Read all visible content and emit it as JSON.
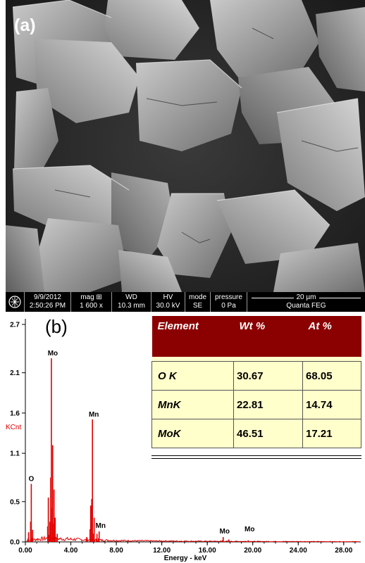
{
  "panel_a": {
    "label": "(a)",
    "databar": {
      "date": "9/9/2012",
      "time": "2:50:26 PM",
      "mag_label": "mag ⊞",
      "mag_value": "1 600 x",
      "wd_label": "WD",
      "wd_value": "10.3 mm",
      "hv_label": "HV",
      "hv_value": "30.0 kV",
      "mode_label": "mode",
      "mode_value": "SE",
      "pressure_label": "pressure",
      "pressure_value": "0 Pa",
      "scale_label": "20 µm",
      "instrument": "Quanta FEG"
    }
  },
  "panel_b": {
    "label": "(b)",
    "table": {
      "headers": [
        "Element",
        "Wt %",
        "At %"
      ],
      "rows": [
        [
          "O K",
          "30.67",
          "68.05"
        ],
        [
          "MnK",
          "22.81",
          "14.74"
        ],
        [
          "MoK",
          "46.51",
          "17.21"
        ]
      ]
    }
  },
  "chart_data": {
    "type": "line",
    "title": "",
    "xlabel": "Energy - keV",
    "ylabel": "KCnt",
    "xlim": [
      0,
      29.5
    ],
    "ylim": [
      0,
      2.7
    ],
    "x_ticks": [
      "0.00",
      "4.00",
      "8.00",
      "12.00",
      "16.00",
      "20.00",
      "24.00",
      "28.00"
    ],
    "y_ticks": [
      "0.0",
      "0.5",
      "1.1",
      "1.6",
      "2.1",
      "2.7"
    ],
    "line_color": "#e00000",
    "peaks": [
      {
        "x": 0.52,
        "y": 0.72,
        "label": "O"
      },
      {
        "x": 2.29,
        "y": 2.28,
        "label": "Mo"
      },
      {
        "x": 5.9,
        "y": 1.52,
        "label": "Mn"
      },
      {
        "x": 6.49,
        "y": 0.13,
        "label": "Mn"
      },
      {
        "x": 17.4,
        "y": 0.06,
        "label": "Mo"
      },
      {
        "x": 19.6,
        "y": 0.02,
        "label": "Mo"
      }
    ],
    "minor_peaks": [
      {
        "x": 0.28,
        "y": 0.12
      },
      {
        "x": 0.64,
        "y": 0.15
      },
      {
        "x": 2.02,
        "y": 0.55
      },
      {
        "x": 2.15,
        "y": 0.25
      },
      {
        "x": 2.4,
        "y": 1.2
      },
      {
        "x": 2.52,
        "y": 0.65
      },
      {
        "x": 2.62,
        "y": 0.3
      },
      {
        "x": 2.8,
        "y": 0.1
      },
      {
        "x": 5.4,
        "y": 0.06
      },
      {
        "x": 5.75,
        "y": 0.45
      },
      {
        "x": 6.05,
        "y": 0.3
      },
      {
        "x": 6.3,
        "y": 0.1
      },
      {
        "x": 17.9,
        "y": 0.03
      },
      {
        "x": 19.9,
        "y": 0.01
      }
    ],
    "background": [
      [
        0.1,
        0.01
      ],
      [
        1.0,
        0.03
      ],
      [
        2.0,
        0.04
      ],
      [
        3.0,
        0.035
      ],
      [
        4.0,
        0.03
      ],
      [
        5.0,
        0.025
      ],
      [
        6.5,
        0.02
      ],
      [
        8.0,
        0.015
      ],
      [
        10.0,
        0.012
      ],
      [
        12.0,
        0.01
      ],
      [
        14.0,
        0.008
      ],
      [
        16.0,
        0.007
      ],
      [
        18.0,
        0.006
      ],
      [
        20.0,
        0.005
      ],
      [
        24.0,
        0.004
      ],
      [
        28.0,
        0.003
      ],
      [
        29.4,
        0.003
      ]
    ]
  }
}
